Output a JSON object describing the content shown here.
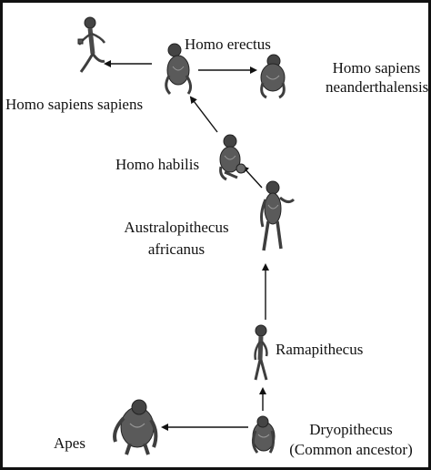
{
  "diagram": {
    "labels": {
      "homo_erectus": "Homo erectus",
      "homo_sapiens_sapiens": "Homo sapiens sapiens",
      "neanderthal_line1": "Homo sapiens",
      "neanderthal_line2": "neanderthalensis",
      "homo_habilis": "Homo habilis",
      "australopithecus_line1": "Australopithecus",
      "australopithecus_line2": "africanus",
      "ramapithecus": "Ramapithecus",
      "dryopithecus_line1": "Dryopithecus",
      "dryopithecus_line2": "(Common ancestor)",
      "apes": "Apes"
    },
    "colors": {
      "ink": "#111111",
      "figure": "#4a4a4a",
      "figure_light": "#9a9a9a",
      "border": "#111111"
    }
  }
}
